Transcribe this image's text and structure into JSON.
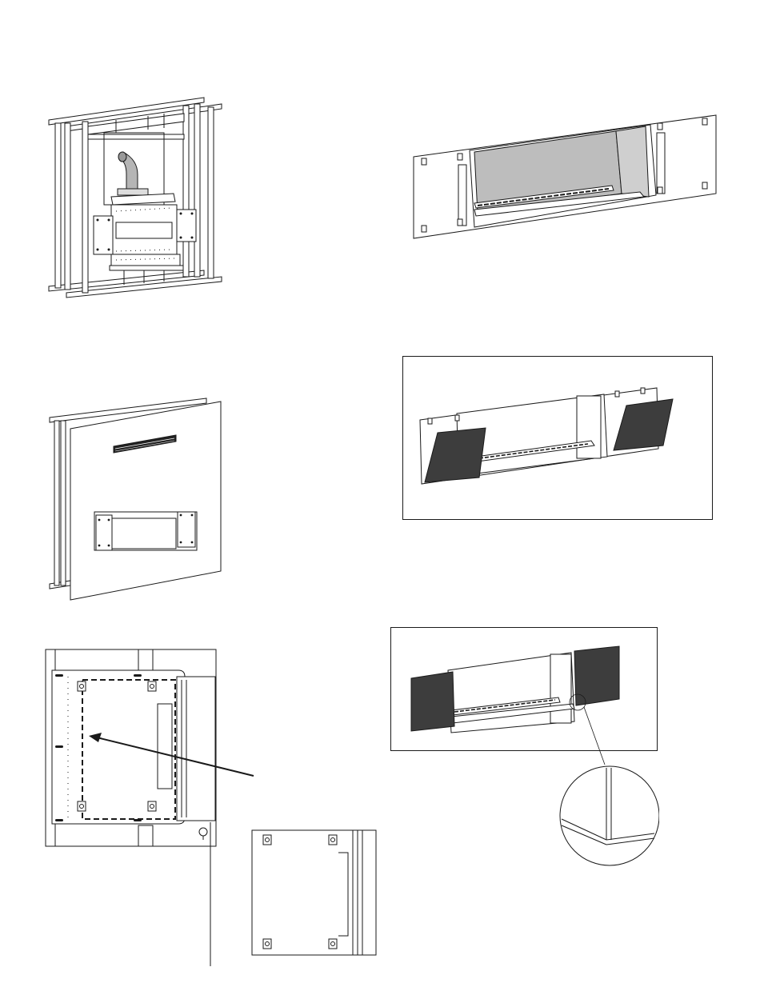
{
  "figures": [
    {
      "id": "framing-with-engine",
      "label": ""
    },
    {
      "id": "firebox-front-view",
      "label": ""
    },
    {
      "id": "board-covered-framing",
      "label": ""
    },
    {
      "id": "side-panels-tilted",
      "label": ""
    },
    {
      "id": "template-detail",
      "label": ""
    },
    {
      "id": "side-panels-installed",
      "label": ""
    }
  ],
  "colors": {
    "line": "#1a1a1a",
    "firebox_interior": "#bdbdbd",
    "panel_dark": "#3d3d3d",
    "background": "#ffffff"
  }
}
